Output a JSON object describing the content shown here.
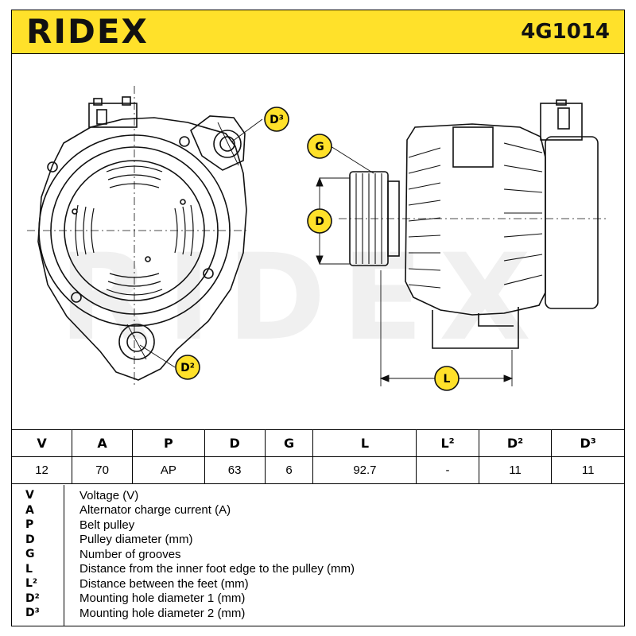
{
  "header": {
    "brand": "RIDEX",
    "part_number": "4G1014"
  },
  "watermark": "RIDEX",
  "diagram": {
    "labels": {
      "d3": "D³",
      "g": "G",
      "d": "D",
      "d2": "D²",
      "l": "L"
    },
    "colors": {
      "badge": "#ffe12a",
      "line": "#111111"
    }
  },
  "specs": {
    "headers": [
      "V",
      "A",
      "P",
      "D",
      "G",
      "L",
      "L²",
      "D²",
      "D³"
    ],
    "values": [
      "12",
      "70",
      "AP",
      "63",
      "6",
      "92.7",
      "-",
      "11",
      "11"
    ]
  },
  "legend": [
    {
      "key": "V",
      "desc": "Voltage (V)"
    },
    {
      "key": "A",
      "desc": "Alternator charge current (A)"
    },
    {
      "key": "P",
      "desc": "Belt pulley"
    },
    {
      "key": "D",
      "desc": "Pulley diameter (mm)"
    },
    {
      "key": "G",
      "desc": "Number of grooves"
    },
    {
      "key": "L",
      "desc": "Distance from the inner foot edge to the pulley (mm)"
    },
    {
      "key": "L²",
      "desc": "Distance between the feet (mm)"
    },
    {
      "key": "D²",
      "desc": "Mounting hole diameter 1 (mm)"
    },
    {
      "key": "D³",
      "desc": "Mounting hole diameter 2 (mm)"
    }
  ]
}
